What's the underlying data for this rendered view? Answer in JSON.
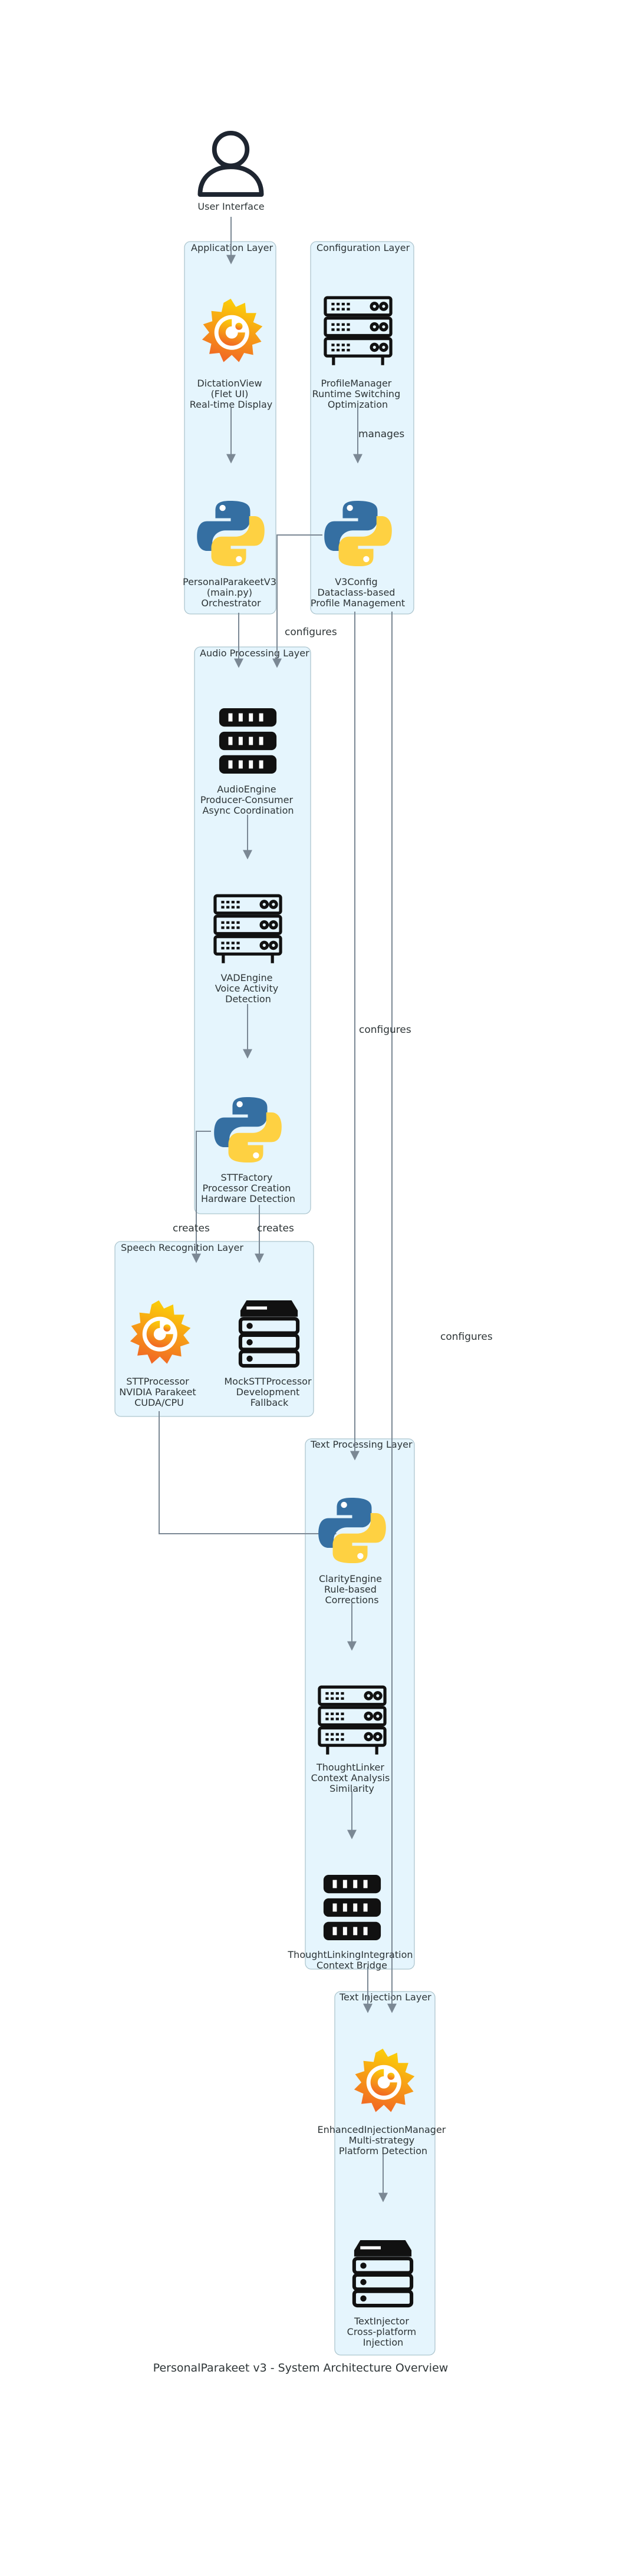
{
  "caption": "PersonalParakeet v3 - System Architecture Overview",
  "clusters": {
    "application": "Application Layer",
    "configuration": "Configuration Layer",
    "audio": "Audio Processing Layer",
    "speech": "Speech Recognition Layer",
    "text": "Text Processing Layer",
    "injection": "Text Injection Layer"
  },
  "nodes": {
    "user_interface": {
      "icon": "user-icon",
      "lines": [
        "User Interface"
      ]
    },
    "dictation_view": {
      "icon": "grafana-logo-icon",
      "lines": [
        "DictationView",
        "(Flet UI)",
        "Real-time Display"
      ]
    },
    "orchestrator": {
      "icon": "python-logo-icon",
      "lines": [
        "PersonalParakeetV3",
        "(main.py)",
        "Orchestrator"
      ]
    },
    "profile_manager": {
      "icon": "server-rack-icon",
      "lines": [
        "ProfileManager",
        "Runtime Switching",
        "Optimization"
      ]
    },
    "v3config": {
      "icon": "python-logo-icon",
      "lines": [
        "V3Config",
        "Dataclass-based",
        "Profile Management"
      ]
    },
    "audio_engine": {
      "icon": "server-blades-icon",
      "lines": [
        "AudioEngine",
        "Producer-Consumer",
        "Async Coordination"
      ]
    },
    "vad_engine": {
      "icon": "server-rack-icon",
      "lines": [
        "VADEngine",
        "Voice Activity",
        "Detection"
      ]
    },
    "stt_factory": {
      "icon": "python-logo-icon",
      "lines": [
        "STTFactory",
        "Processor Creation",
        "Hardware Detection"
      ]
    },
    "stt_processor": {
      "icon": "grafana-logo-icon",
      "lines": [
        "STTProcessor",
        "NVIDIA Parakeet",
        "CUDA/CPU"
      ]
    },
    "mock_stt": {
      "icon": "server-stack-icon",
      "lines": [
        "MockSTTProcessor",
        "Development",
        "Fallback"
      ]
    },
    "clarity_engine": {
      "icon": "python-logo-icon",
      "lines": [
        "ClarityEngine",
        "Rule-based",
        "Corrections"
      ]
    },
    "thought_linker": {
      "icon": "server-rack-icon",
      "lines": [
        "ThoughtLinker",
        "Context Analysis",
        "Similarity"
      ]
    },
    "thought_linking_integration": {
      "icon": "server-blades-icon",
      "lines": [
        "ThoughtLinkingIntegration",
        "Context Bridge"
      ]
    },
    "enhanced_injection": {
      "icon": "grafana-logo-icon",
      "lines": [
        "EnhancedInjectionManager",
        "Multi-strategy",
        "Platform Detection"
      ]
    },
    "text_injector": {
      "icon": "server-stack-icon",
      "lines": [
        "TextInjector",
        "Cross-platform",
        "Injection"
      ]
    }
  },
  "edge_labels": {
    "manages": "manages",
    "configures_audio": "configures",
    "configures_text": "configures",
    "configures_injection": "configures",
    "creates_stt": "creates",
    "creates_mock": "creates"
  }
}
